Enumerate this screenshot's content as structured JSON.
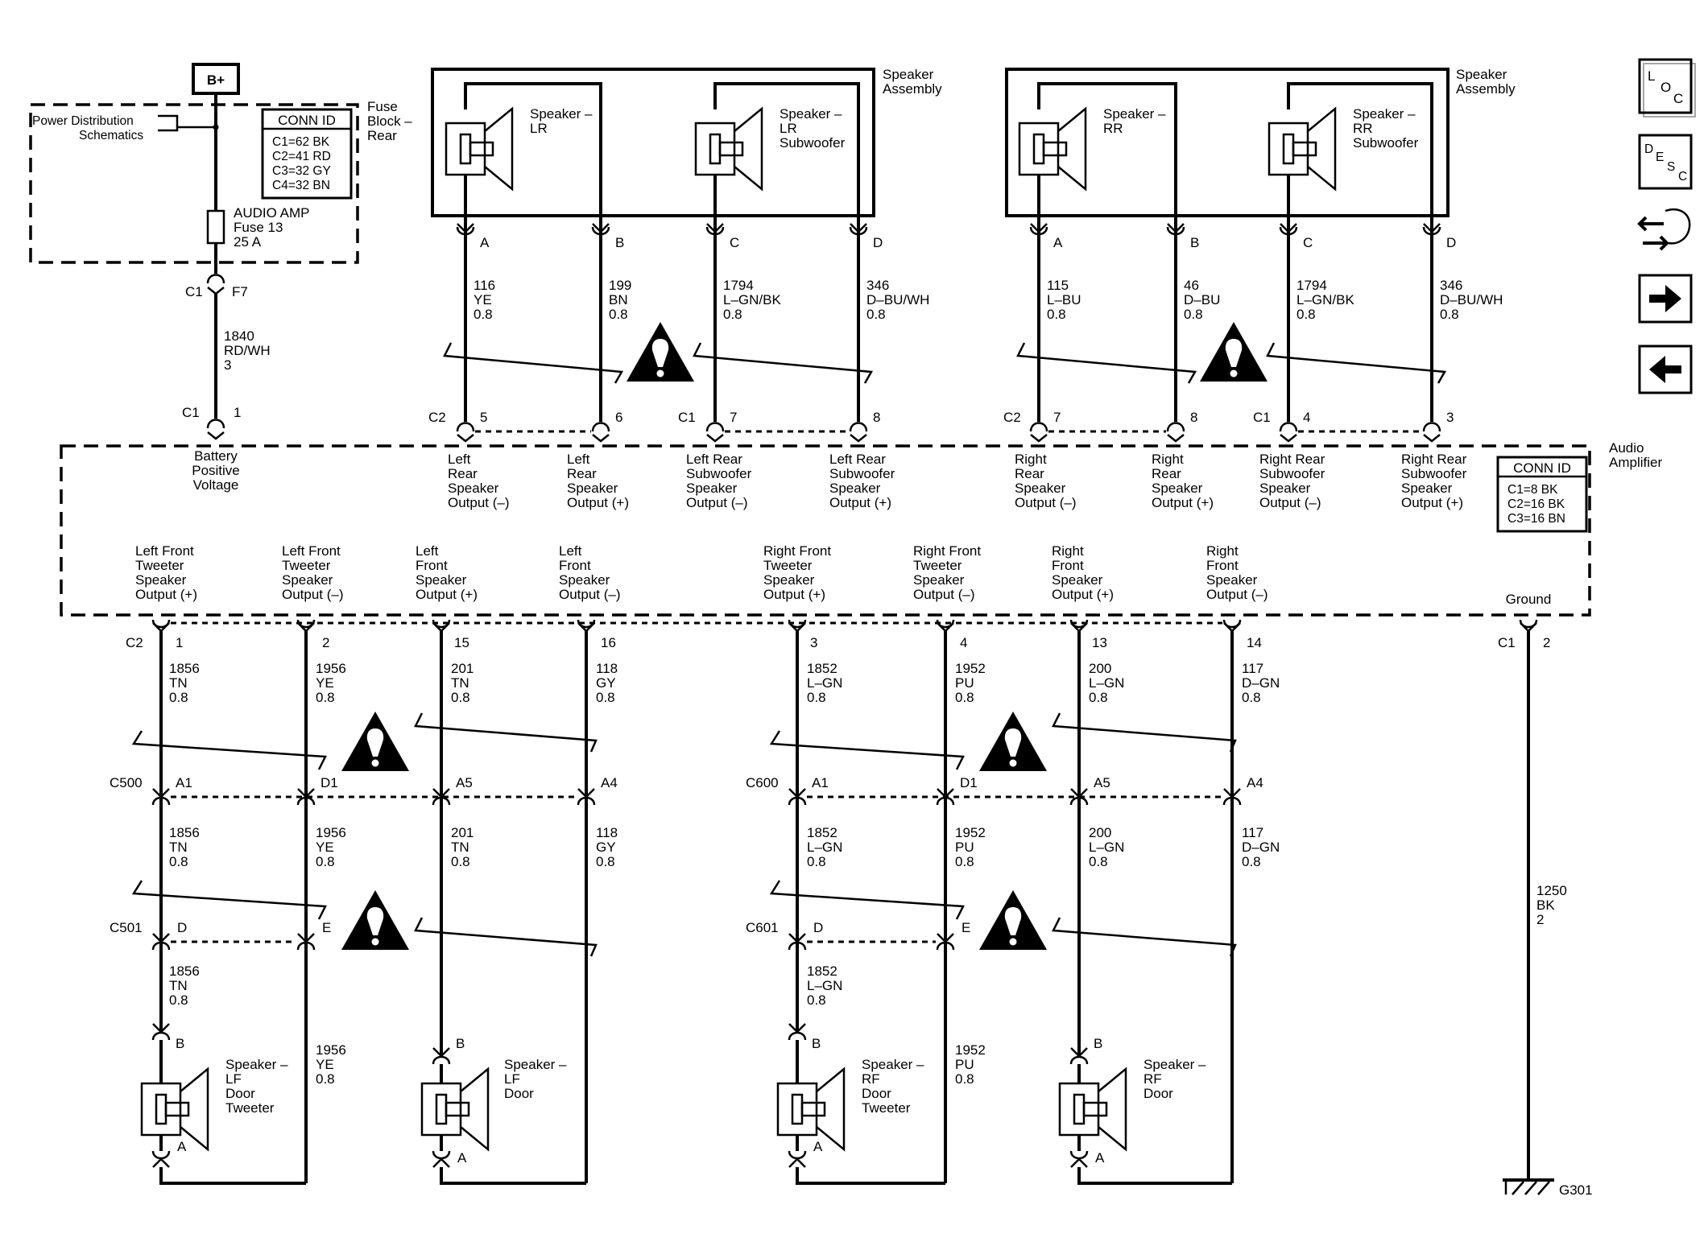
{
  "power": {
    "bplus": "B+",
    "power_dist_line1": "Power Distribution",
    "power_dist_line2": "Schematics",
    "fuse_block": [
      "Fuse",
      "Block –",
      "Rear"
    ],
    "fuse_conn_title": "CONN ID",
    "fuse_conn": [
      "C1=62 BK",
      "C2=41 RD",
      "C3=32 GY",
      "C4=32 BN"
    ],
    "fuse_label": [
      "AUDIO AMP",
      "Fuse 13",
      "25 A"
    ],
    "fuse_connector": "C1",
    "fuse_pin": "F7",
    "feed_wire": [
      "1840",
      "RD/WH",
      "3"
    ],
    "amp_connector": "C1",
    "amp_pin": "1",
    "amp_input_label": [
      "Battery",
      "Positive",
      "Voltage"
    ]
  },
  "rear_left": {
    "assembly_label": [
      "Speaker",
      "Assembly"
    ],
    "speaker1": [
      "Speaker –",
      "LR"
    ],
    "speaker2": [
      "Speaker –",
      "LR",
      "Subwoofer"
    ],
    "pins": [
      "A",
      "B",
      "C",
      "D"
    ],
    "wires": [
      [
        "116",
        "YE",
        "0.8"
      ],
      [
        "199",
        "BN",
        "0.8"
      ],
      [
        "1794",
        "L–GN/BK",
        "0.8"
      ],
      [
        "346",
        "D–BU/WH",
        "0.8"
      ]
    ],
    "connector1": "C2",
    "connector2": "C1",
    "amp_pins": [
      "5",
      "6",
      "7",
      "8"
    ],
    "outputs": [
      [
        "Left",
        "Rear",
        "Speaker",
        "Output (–)"
      ],
      [
        "Left",
        "Rear",
        "Speaker",
        "Output (+)"
      ],
      [
        "Left Rear",
        "Subwoofer",
        "Speaker",
        "Output (–)"
      ],
      [
        "Left Rear",
        "Subwoofer",
        "Speaker",
        "Output (+)"
      ]
    ]
  },
  "rear_right": {
    "assembly_label": [
      "Speaker",
      "Assembly"
    ],
    "speaker1": [
      "Speaker –",
      "RR"
    ],
    "speaker2": [
      "Speaker –",
      "RR",
      "Subwoofer"
    ],
    "pins": [
      "A",
      "B",
      "C",
      "D"
    ],
    "wires": [
      [
        "115",
        "L–BU",
        "0.8"
      ],
      [
        "46",
        "D–BU",
        "0.8"
      ],
      [
        "1794",
        "L–GN/BK",
        "0.8"
      ],
      [
        "346",
        "D–BU/WH",
        "0.8"
      ]
    ],
    "connector1": "C2",
    "connector2": "C1",
    "amp_pins": [
      "7",
      "8",
      "4",
      "3"
    ],
    "outputs": [
      [
        "Right",
        "Rear",
        "Speaker",
        "Output (–)"
      ],
      [
        "Right",
        "Rear",
        "Speaker",
        "Output (+)"
      ],
      [
        "Right Rear",
        "Subwoofer",
        "Speaker",
        "Output (–)"
      ],
      [
        "Right Rear",
        "Subwoofer",
        "Speaker",
        "Output (+)"
      ]
    ]
  },
  "amplifier": {
    "label": [
      "Audio",
      "Amplifier"
    ],
    "conn_title": "CONN ID",
    "conn": [
      "C1=8 BK",
      "C2=16 BK",
      "C3=16 BN"
    ],
    "ground_label": "Ground",
    "front_outputs": [
      [
        "Left Front",
        "Tweeter",
        "Speaker",
        "Output (+)"
      ],
      [
        "Left Front",
        "Tweeter",
        "Speaker",
        "Output (–)"
      ],
      [
        "Left",
        "Front",
        "Speaker",
        "Output (+)"
      ],
      [
        "Left",
        "Front",
        "Speaker",
        "Output (–)"
      ],
      [
        "Right Front",
        "Tweeter",
        "Speaker",
        "Output (+)"
      ],
      [
        "Right Front",
        "Tweeter",
        "Speaker",
        "Output (–)"
      ],
      [
        "Right",
        "Front",
        "Speaker",
        "Output (+)"
      ],
      [
        "Right",
        "Front",
        "Speaker",
        "Output (–)"
      ]
    ],
    "front_connector": "C2",
    "front_pins": [
      "1",
      "2",
      "15",
      "16",
      "3",
      "4",
      "13",
      "14"
    ],
    "ground_connector": "C1",
    "ground_pin": "2"
  },
  "front_wires_upper": [
    [
      "1856",
      "TN",
      "0.8"
    ],
    [
      "1956",
      "YE",
      "0.8"
    ],
    [
      "201",
      "TN",
      "0.8"
    ],
    [
      "118",
      "GY",
      "0.8"
    ],
    [
      "1852",
      "L–GN",
      "0.8"
    ],
    [
      "1952",
      "PU",
      "0.8"
    ],
    [
      "200",
      "L–GN",
      "0.8"
    ],
    [
      "117",
      "D–GN",
      "0.8"
    ]
  ],
  "inline_connectors": {
    "left_upper": "C500",
    "right_upper": "C600",
    "upper_pins": [
      "A1",
      "D1",
      "A5",
      "A4",
      "A1",
      "D1",
      "A5",
      "A4"
    ],
    "left_lower": "C501",
    "right_lower": "C601",
    "lower_pins": [
      "D",
      "E",
      "D",
      "E"
    ]
  },
  "front_wires_middle": [
    [
      "1856",
      "TN",
      "0.8"
    ],
    [
      "1956",
      "YE",
      "0.8"
    ],
    [
      "201",
      "TN",
      "0.8"
    ],
    [
      "118",
      "GY",
      "0.8"
    ],
    [
      "1852",
      "L–GN",
      "0.8"
    ],
    [
      "1952",
      "PU",
      "0.8"
    ],
    [
      "200",
      "L–GN",
      "0.8"
    ],
    [
      "117",
      "D–GN",
      "0.8"
    ]
  ],
  "front_wires_lower": [
    [
      "1856",
      "TN",
      "0.8"
    ],
    [
      "1956",
      "YE",
      "0.8"
    ],
    [
      "1852",
      "L–GN",
      "0.8"
    ],
    [
      "1952",
      "PU",
      "0.8"
    ]
  ],
  "front_speakers": [
    {
      "label": [
        "Speaker –",
        "LF",
        "Door",
        "Tweeter"
      ],
      "pin_top": "B",
      "pin_bottom": "A"
    },
    {
      "label": [
        "Speaker –",
        "LF",
        "Door"
      ],
      "pin_top": "B",
      "pin_bottom": "A"
    },
    {
      "label": [
        "Speaker –",
        "RF",
        "Door",
        "Tweeter"
      ],
      "pin_top": "B",
      "pin_bottom": "A"
    },
    {
      "label": [
        "Speaker –",
        "RF",
        "Door"
      ],
      "pin_top": "B",
      "pin_bottom": "A"
    }
  ],
  "ground_wire": [
    "1250",
    "BK",
    "2"
  ],
  "ground_id": "G301",
  "nav": {
    "loc_letters": [
      "L",
      "O",
      "C"
    ],
    "desc_letters": [
      "D",
      "E",
      "S",
      "C"
    ],
    "icons": [
      "loc-icon",
      "desc-icon",
      "connector-swap-icon",
      "arrow-right-icon",
      "arrow-left-icon"
    ]
  }
}
